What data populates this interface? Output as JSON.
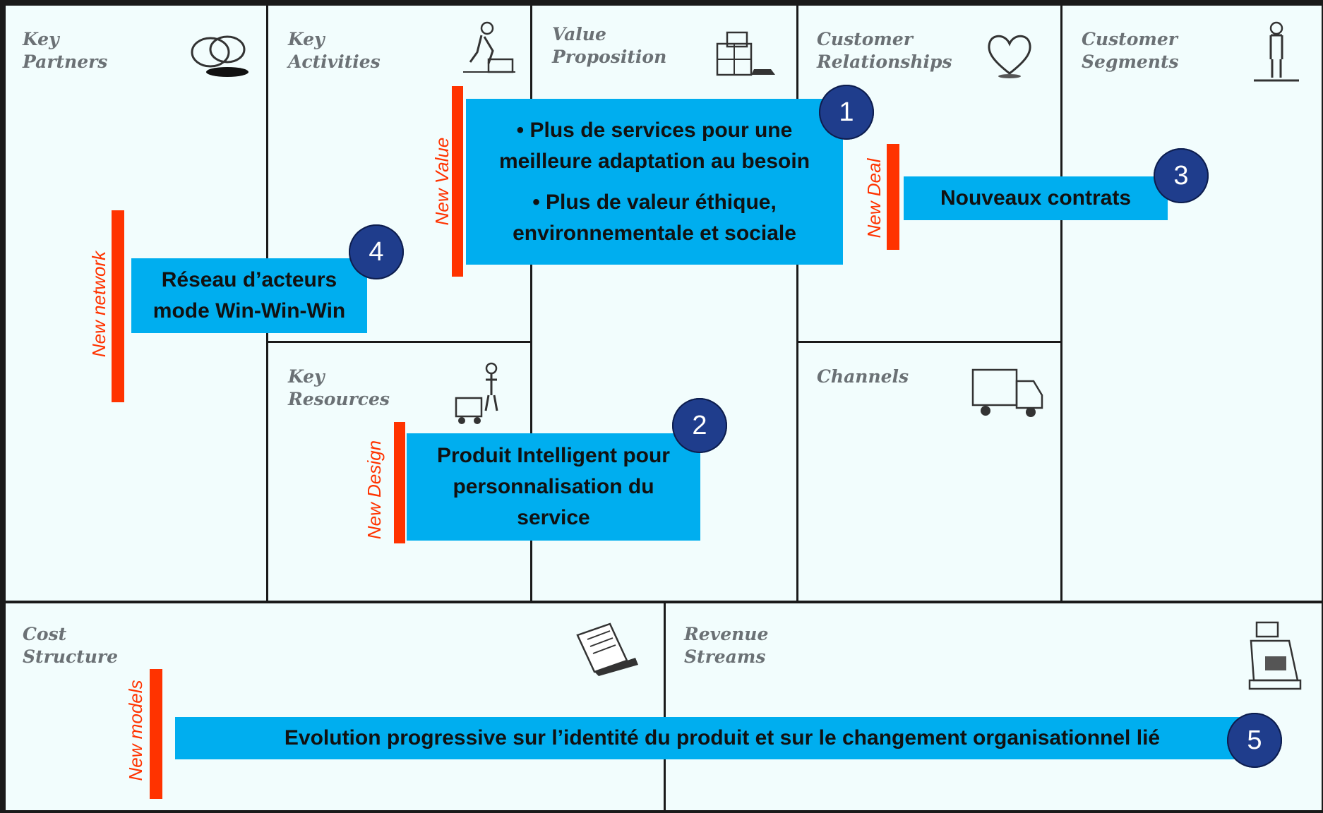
{
  "blocks": {
    "key_partners": "Key\nPartners",
    "key_activities": "Key\nActivities",
    "value_proposition": "Value\nProposition",
    "customer_relationships": "Customer\nRelationships",
    "customer_segments": "Customer\nSegments",
    "key_resources": "Key\nResources",
    "channels": "Channels",
    "cost_structure": "Cost\nStructure",
    "revenue_streams": "Revenue\nStreams"
  },
  "innovations": {
    "value": {
      "label": "New Value",
      "number": "1",
      "bullet1": "•      Plus de services pour une meilleure adaptation au besoin",
      "bullet2": "•      Plus de valeur éthique, environnementale et sociale"
    },
    "design": {
      "label": "New Design",
      "number": "2",
      "text": "Produit Intelligent pour personnalisation  du service"
    },
    "deal": {
      "label": "New Deal",
      "number": "3",
      "text": "Nouveaux contrats"
    },
    "network": {
      "label": "New network",
      "number": "4",
      "text": "Réseau d’acteurs mode Win-Win-Win"
    },
    "models": {
      "label": "New models",
      "number": "5",
      "text": "Evolution progressive sur l’identité du produit et sur le changement organisationnel lié"
    }
  },
  "colors": {
    "box": "#00aeef",
    "bar": "#ff3300",
    "badge": "#1f3d8c",
    "canvas": "#f2fdfd"
  },
  "icons": [
    "rings-icon",
    "worker-icon",
    "gift-icon",
    "heart-icon",
    "person-icon",
    "forklift-icon",
    "truck-icon",
    "invoice-icon",
    "cash-register-icon"
  ]
}
